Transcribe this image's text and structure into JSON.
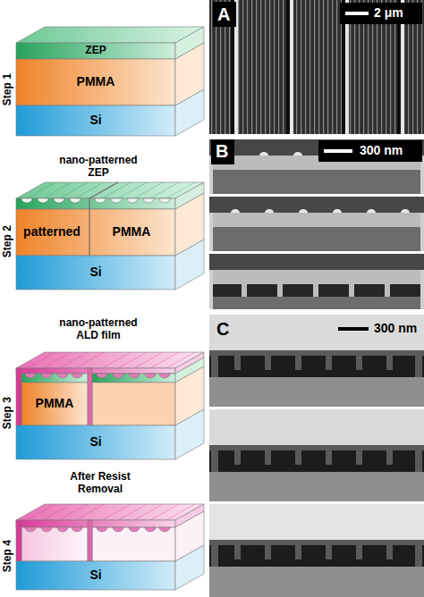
{
  "diagram": {
    "nodes": [
      {
        "text": [
          "ZEP"
        ]
      },
      {
        "text": [
          "PMMA"
        ]
      },
      {
        "text": [
          "Si"
        ]
      },
      {
        "text": [
          "patterned",
          "PMMA"
        ]
      },
      {
        "text": [
          "Si"
        ]
      },
      {
        "text": [
          "PMMA"
        ]
      },
      {
        "text": [
          "Si"
        ]
      },
      {
        "text": [
          "Si"
        ]
      }
    ],
    "labels": [
      "Step 1",
      "A",
      "2 μm",
      "nano-patterned ZEP",
      "Step 2",
      "B",
      "300 nm",
      "nano-patterned ALD film",
      "Step 3",
      "C",
      "300 nm",
      "After Resist Removal",
      "Step 4"
    ]
  }
}
